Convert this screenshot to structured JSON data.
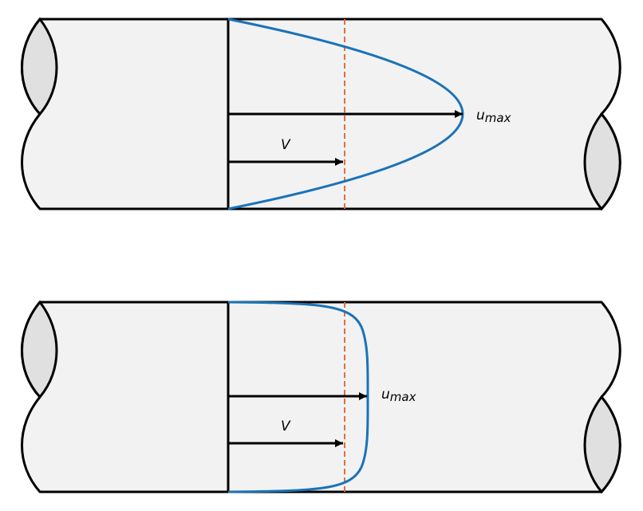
{
  "colors": {
    "pipe_fill": "#f2f2f2",
    "pipe_end_fill": "#e0e0e0",
    "outline": "#000000",
    "profile": "#1a73b8",
    "mean_line": "#e0703a"
  },
  "diagrams": [
    {
      "profile_type": "laminar-parabolic",
      "u_label": "u",
      "u_subscript": "max",
      "v_label": "V"
    },
    {
      "profile_type": "turbulent-flat",
      "u_label": "u",
      "u_subscript": "max",
      "v_label": "V"
    }
  ]
}
